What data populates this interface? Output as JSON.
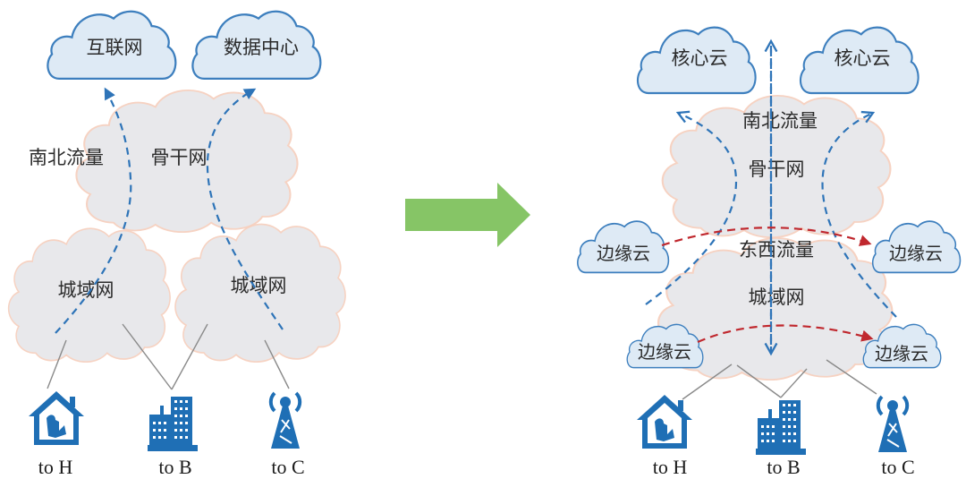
{
  "colors": {
    "cloud_blue_fill": "#deeaf5",
    "cloud_blue_stroke": "#3d7fbe",
    "cloud_grey_fill": "#e7e7ea",
    "north_south_flow": "#2e74b8",
    "east_west_flow": "#c0282e",
    "transition_arrow": "#86c566",
    "icon": "#1f6fb5"
  },
  "left": {
    "top_clouds": [
      "互联网",
      "数据中心"
    ],
    "flow_label": "南北流量",
    "backbone": "骨干网",
    "metro_left": "城域网",
    "metro_right": "城域网",
    "endpoints": [
      {
        "icon": "home-icon",
        "label": "to H"
      },
      {
        "icon": "building-icon",
        "label": "to B"
      },
      {
        "icon": "cell-tower-icon",
        "label": "to C"
      }
    ]
  },
  "right": {
    "top_clouds": [
      "核心云",
      "核心云"
    ],
    "north_south_label": "南北流量",
    "backbone": "骨干网",
    "east_west_label": "东西流量",
    "metro": "城域网",
    "edge_clouds": [
      "边缘云",
      "边缘云",
      "边缘云",
      "边缘云"
    ],
    "endpoints": [
      {
        "icon": "home-icon",
        "label": "to H"
      },
      {
        "icon": "building-icon",
        "label": "to B"
      },
      {
        "icon": "cell-tower-icon",
        "label": "to C"
      }
    ]
  }
}
